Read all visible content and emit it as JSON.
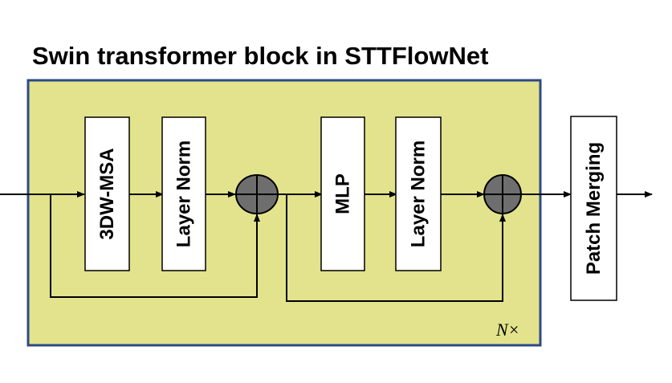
{
  "title": "Swin transformer block in STTFlowNet",
  "blocks": {
    "msa": "3DW-MSA",
    "norm1": "Layer Norm",
    "mlp": "MLP",
    "norm2": "Layer Norm",
    "merge": "Patch Merging"
  },
  "repeat_label": "N×",
  "colors": {
    "container_fill": "#e2e38c",
    "container_stroke": "#2c4a86",
    "adder_fill": "#6e6e6e",
    "block_fill": "#ffffff",
    "line": "#000000"
  }
}
